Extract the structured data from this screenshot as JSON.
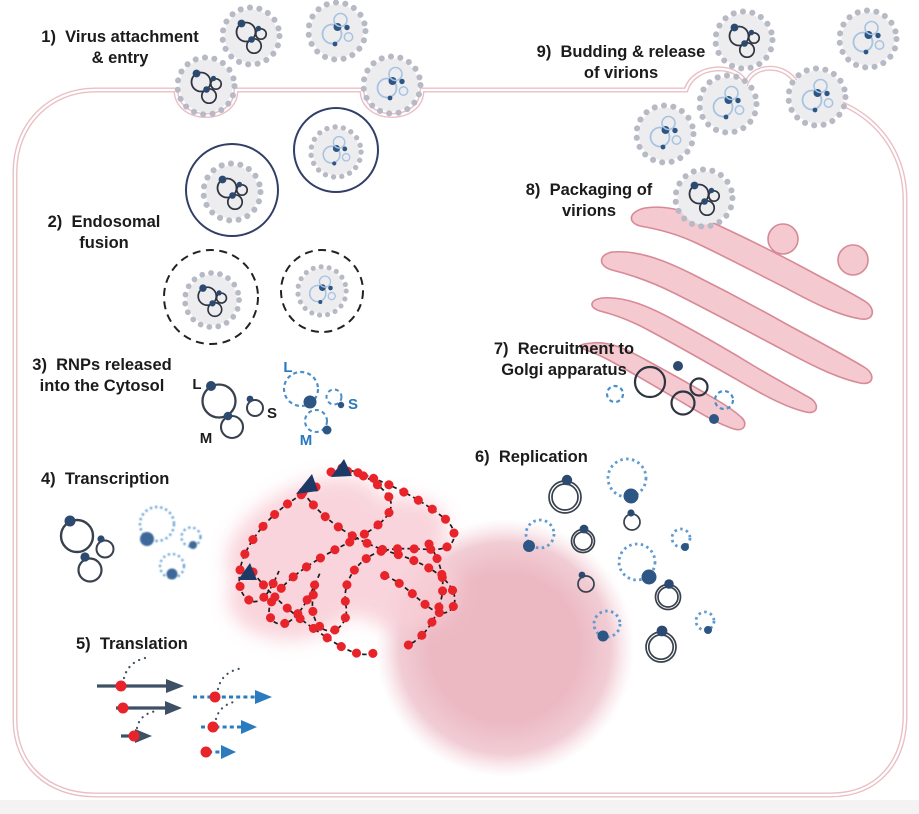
{
  "steps": [
    {
      "line1": "1)  Virus attachment",
      "line2": "& entry"
    },
    {
      "line1": "2)  Endosomal",
      "line2": "fusion"
    },
    {
      "line1": "3)  RNPs released",
      "line2": "into the Cytosol"
    },
    {
      "line1": "4)  Transcription",
      "line2": ""
    },
    {
      "line1": "5)  Translation",
      "line2": ""
    },
    {
      "line1": "6)  Replication",
      "line2": ""
    },
    {
      "line1": "7)  Recruitment to",
      "line2": "Golgi apparatus"
    },
    {
      "line1": "8)  Packaging of",
      "line2": "virions"
    },
    {
      "line1": "9)  Budding & release",
      "line2": "of virions"
    }
  ],
  "segments": {
    "genomic": {
      "l": "L",
      "m": "M",
      "s": "S"
    },
    "antigenomic": {
      "l": "L",
      "m": "M",
      "s": "S"
    }
  },
  "colors": {
    "membrane_pink": "#e9bfc6",
    "golgi_pink": "#f4c9d0",
    "golgi_outline": "#d78a96",
    "nucleus_pink": "#ecb9c3",
    "er_glow_pink": "#f8ccd5",
    "virion_body_gray": "#ededf0",
    "virion_coat_gray": "#b7bac5",
    "rnp_dark": "#39414e",
    "rnp_blue": "#4f8fc7",
    "polymerase_navy": "#2c4a70",
    "ribosome_red": "#e8232a",
    "arrow_dark": "#3e5065",
    "arrow_blue": "#2b7bbf",
    "endosome_navy": "#323e68"
  }
}
